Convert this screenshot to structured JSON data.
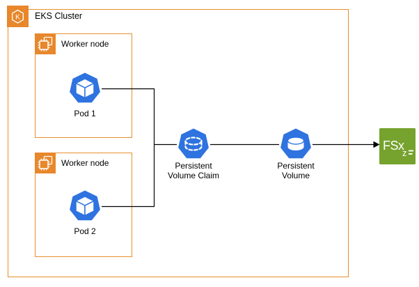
{
  "diagram": {
    "cluster": {
      "label": "EKS Cluster",
      "icon_letter": "K"
    },
    "worker_nodes": [
      {
        "label": "Worker node",
        "pod": {
          "label": "Pod 1"
        }
      },
      {
        "label": "Worker node",
        "pod": {
          "label": "Pod 2"
        }
      }
    ],
    "pvc": {
      "label_line1": "Persistent",
      "label_line2": "Volume Claim"
    },
    "pv": {
      "label_line1": "Persistent",
      "label_line2": "Volume"
    },
    "fsx": {
      "label": "FSx",
      "sub_label": "z"
    }
  },
  "colors": {
    "orange": "#E8872B",
    "orange_border": "#E78E2D",
    "k8s_blue": "#2E73DF",
    "fsx_green": "#76A22E",
    "line_black": "#000000"
  }
}
